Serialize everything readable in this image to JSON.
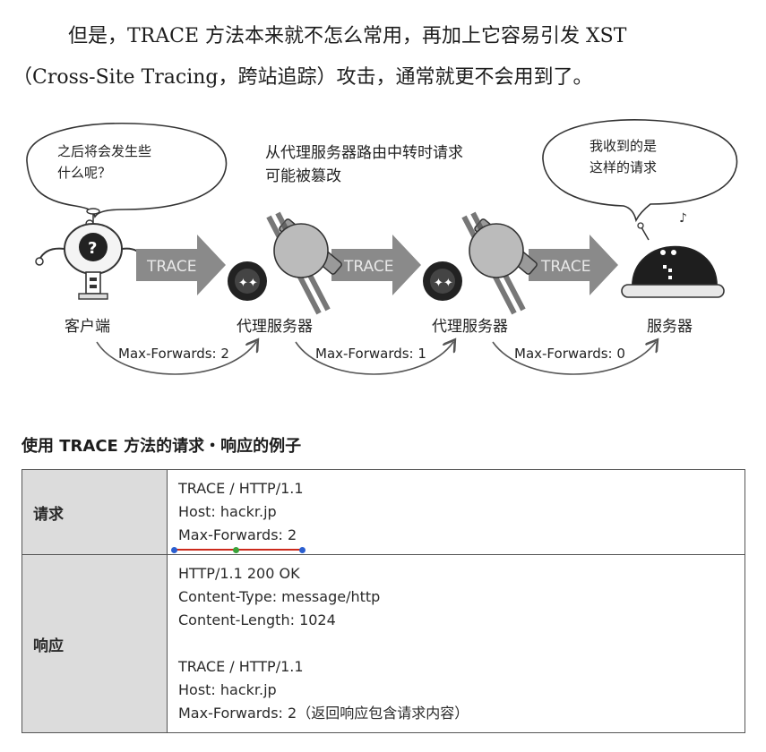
{
  "paragraph": {
    "line1": "但是，TRACE 方法本来就不怎么常用，再加上它容易引发 XST",
    "line2": "（Cross-Site Tracing，跨站追踪）攻击，通常就更不会用到了。"
  },
  "figure": {
    "bubble_left": [
      "之后将会发生些",
      "什么呢？"
    ],
    "bubble_right": [
      "我收到的是",
      "这样的请求"
    ],
    "note": [
      "从代理服务器路由中转时请求",
      "可能被篡改"
    ],
    "arrow_label": "TRACE",
    "nodes": [
      "客户端",
      "代理服务器",
      "代理服务器",
      "服务器"
    ],
    "hops": [
      "Max-Forwards: 2",
      "Max-Forwards: 1",
      "Max-Forwards: 0"
    ],
    "colors": {
      "arrow": "#8a8a8a",
      "arrow_text": "#e8e8e8",
      "line": "#333333"
    }
  },
  "example": {
    "caption": "使用 TRACE 方法的请求・响应的例子",
    "request_label": "请求",
    "request_lines": [
      "TRACE / HTTP/1.1",
      "Host: hackr.jp",
      "Max-Forwards: 2"
    ],
    "response_label": "响应",
    "response_lines": [
      "HTTP/1.1 200 OK",
      "Content-Type: message/http",
      "Content-Length: 1024"
    ],
    "response_echo": [
      "TRACE / HTTP/1.1",
      "Host: hackr.jp",
      "Max-Forwards: 2（返回响应包含请求内容）"
    ],
    "colors": {
      "header_bg": "#dcdcdc",
      "underline": "#cc2a1c"
    }
  }
}
